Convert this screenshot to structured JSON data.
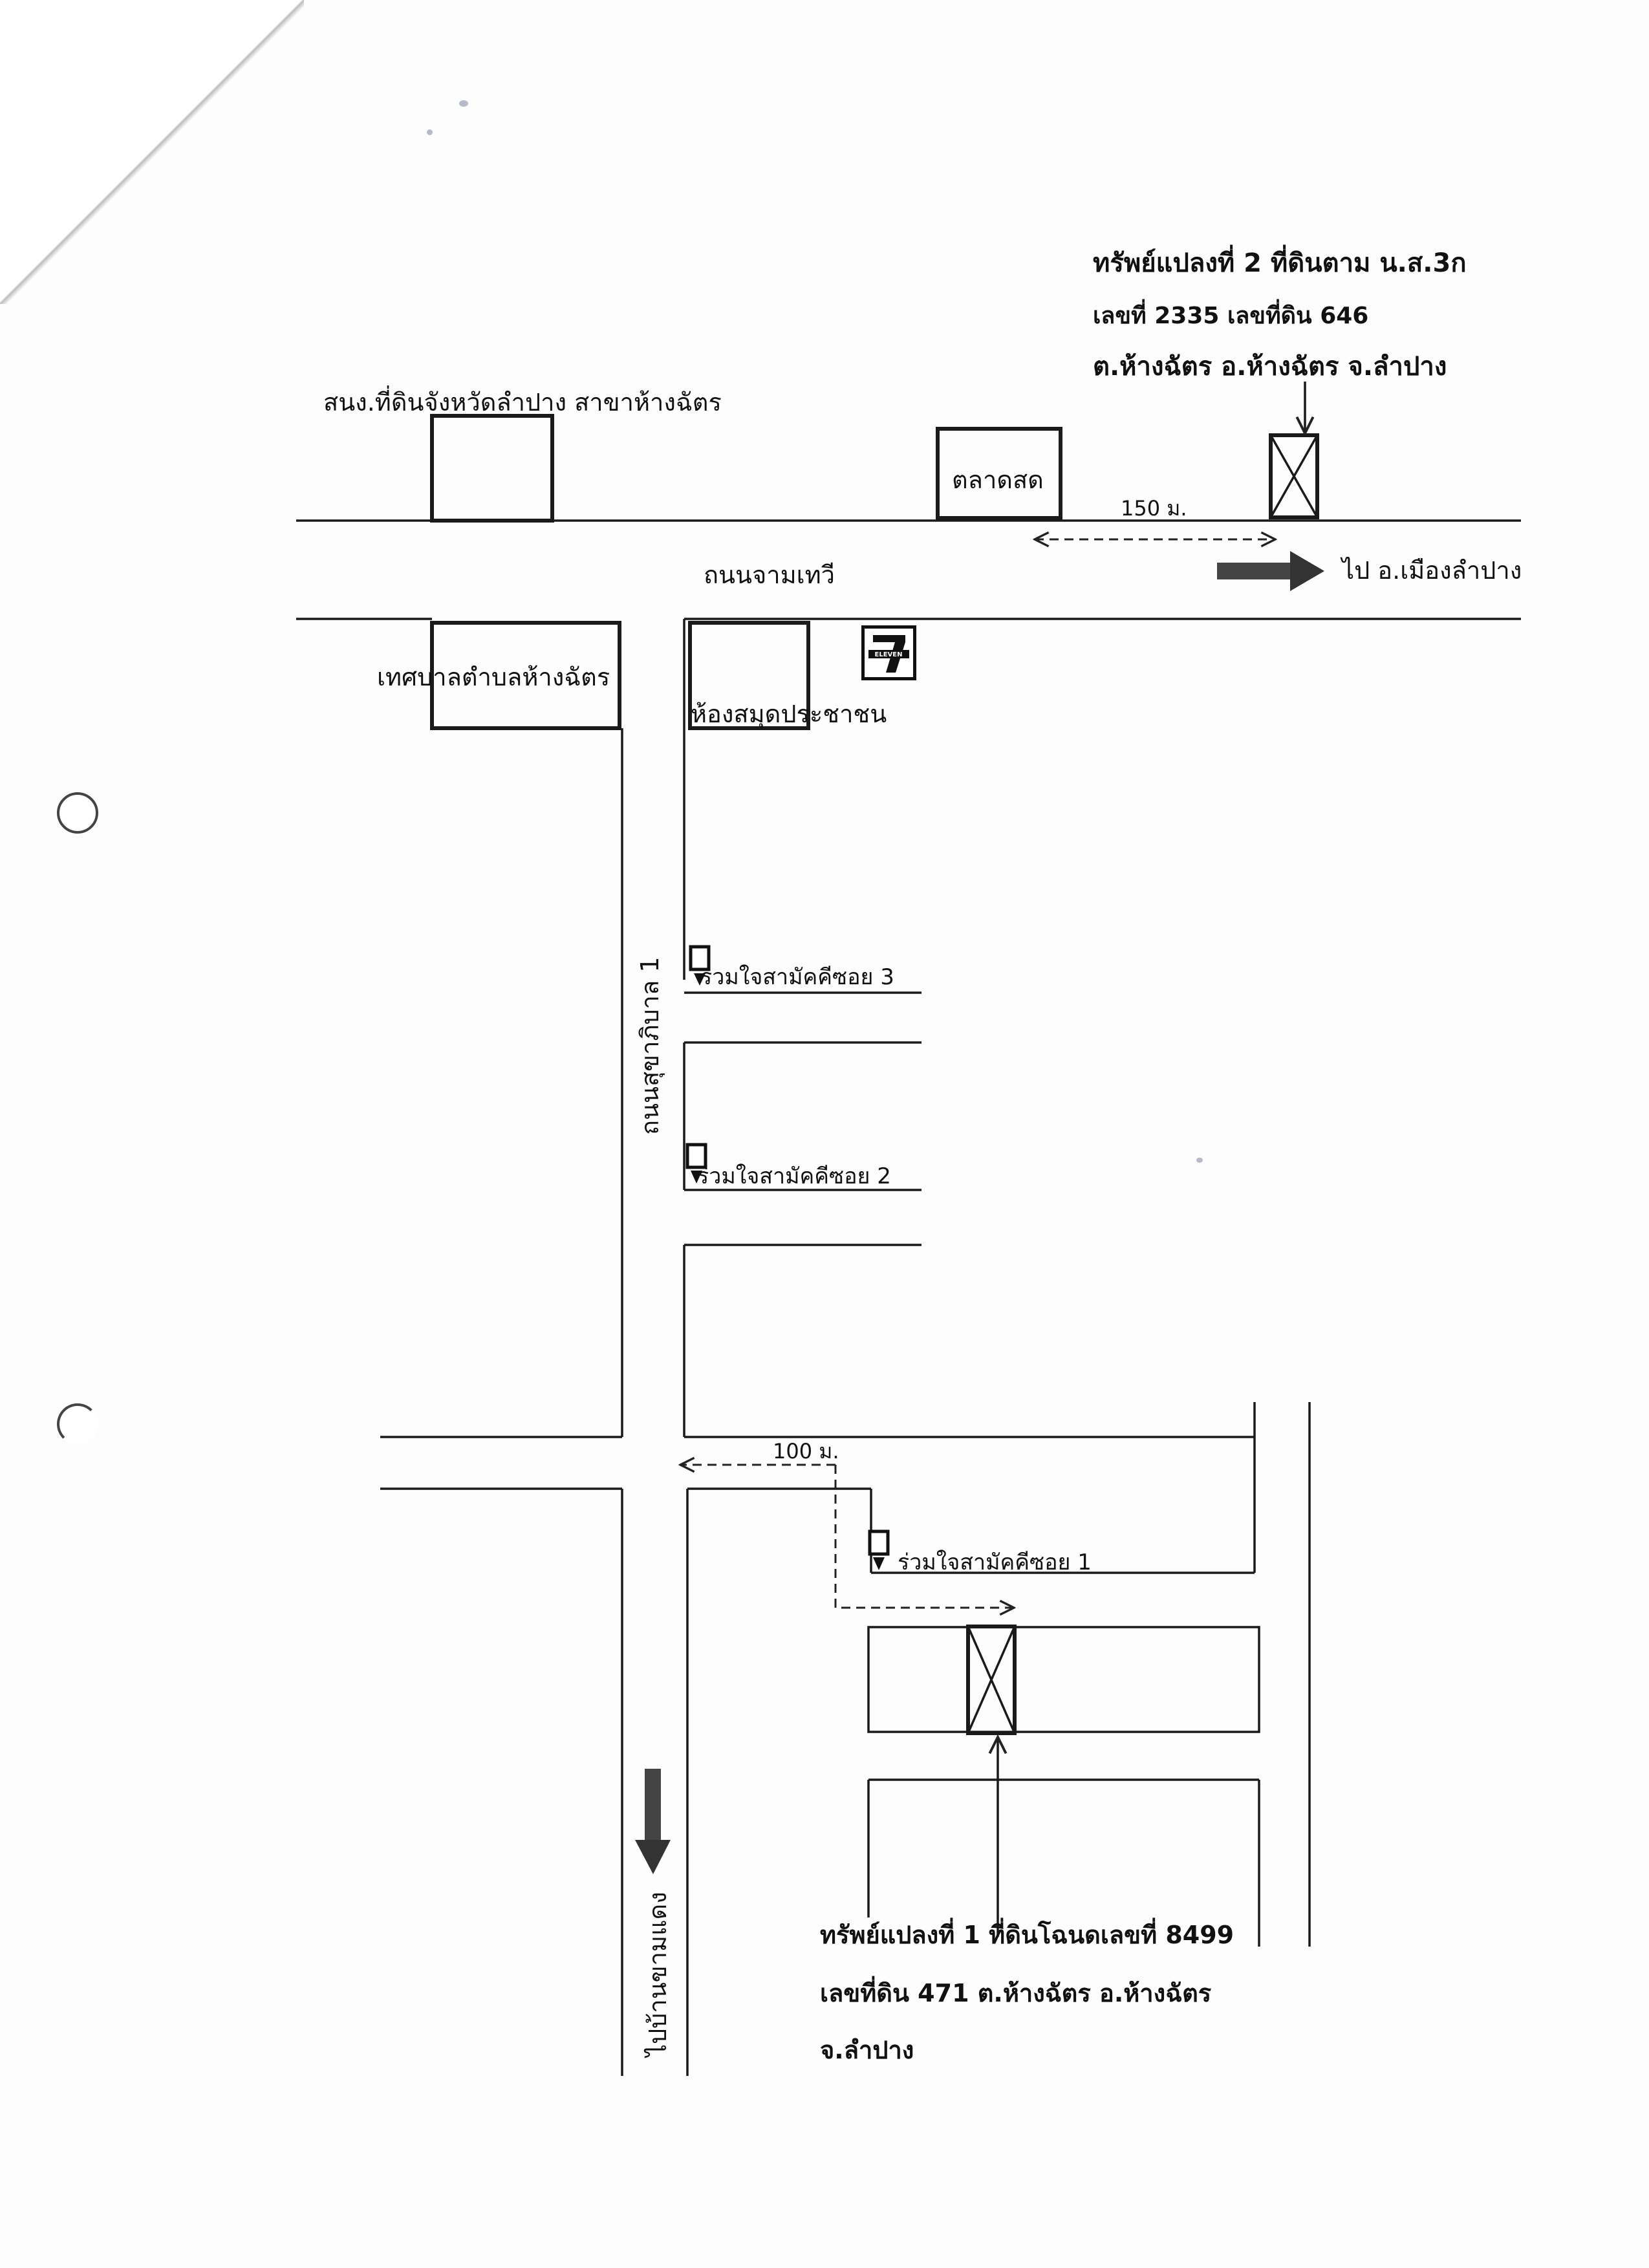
{
  "top_caption": {
    "line1": "ทรัพย์แปลงที่ 2 ที่ดินตาม น.ส.3ก",
    "line2": "เลขที่  2335  เลขที่ดิน  646",
    "line3": "ต.ห้างฉัตร   อ.ห้างฉัตร  จ.ลำปาง"
  },
  "bottom_caption": {
    "line1": "ทรัพย์แปลงที่ 1 ที่ดินโฉนดเลขที่  8499",
    "line2": "เลขที่ดิน  471  ต.ห้างฉัตร  อ.ห้างฉัตร",
    "line3": "จ.ลำปาง"
  },
  "labels": {
    "land_office": "สนง.ที่ดินจังหวัดลำปาง สาขาห้างฉัตร",
    "market": "ตลาดสด",
    "main_road": "ถนนจามเทวี",
    "to_city": "ไป อ.เมืองลำปาง",
    "municipality": "เทศบาลตำบลห้างฉัตร",
    "library": "ห้องสมุดประชาชน",
    "side_road": "ถนนสุขาภิบาล 1",
    "to_village": "ไปบ้านขามแดง",
    "soi3": "ร่วมใจสามัคคีซอย 3",
    "soi2": "ร่วมใจสามัคคีซอย 2",
    "soi1": "ร่วมใจสามัคคีซอย 1",
    "dist_top": "150 ม.",
    "dist_bottom": "100 ม.",
    "store_logo": "ELEVEN"
  },
  "colors": {
    "ink": "#1a1a1a",
    "arrow_fill": "#444444",
    "paper": "#fdfdfe"
  }
}
